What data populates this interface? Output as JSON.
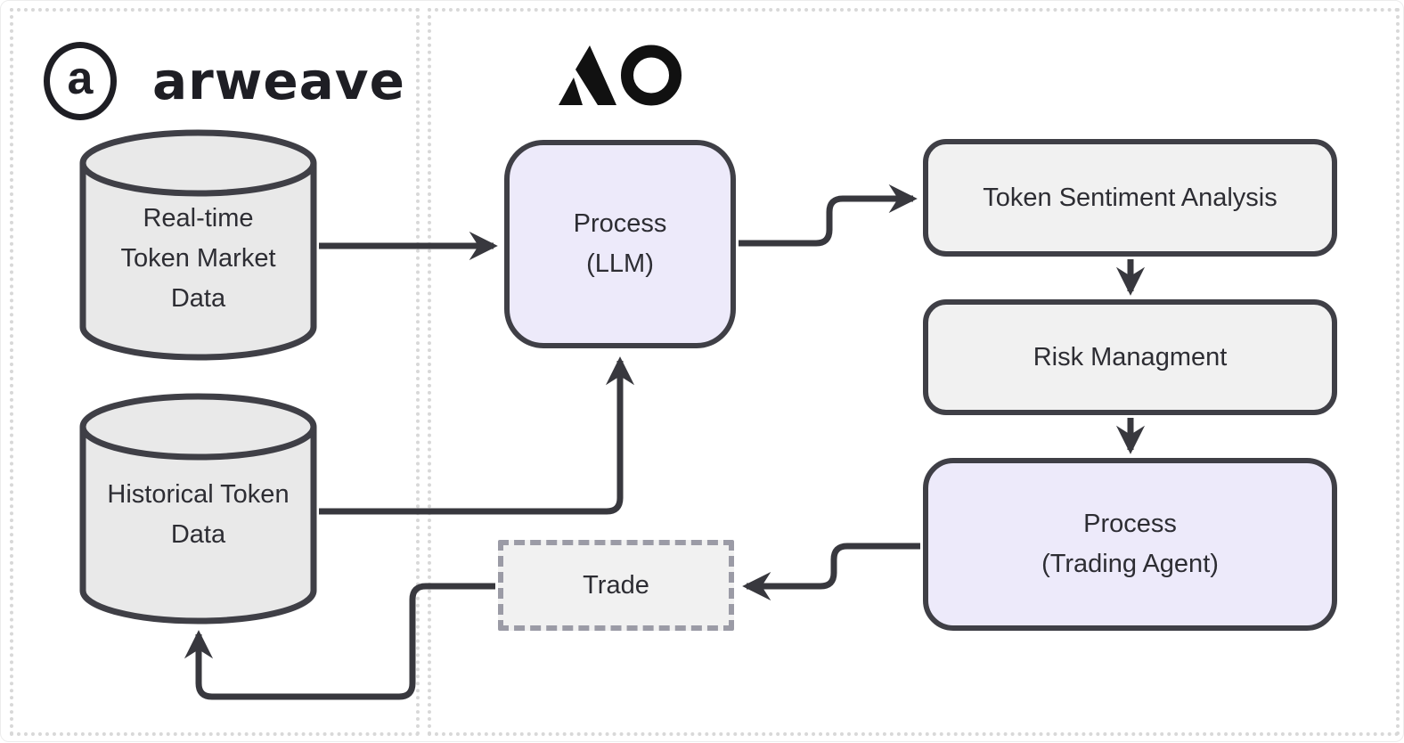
{
  "diagram": {
    "title_semantics": "arweave + AO token trading agent data flow",
    "arweave": {
      "logo_letter": "a",
      "wordmark": "arweave"
    },
    "ao": {
      "logo_name": "ao-logo"
    },
    "nodes": {
      "realtime_cylinder": {
        "line1": "Real-time",
        "line2": "Token Market",
        "line3": "Data"
      },
      "historical_cylinder": {
        "line1": "Historical Token",
        "line2": "Data"
      },
      "process_llm": {
        "line1": "Process",
        "line2": "(LLM)"
      },
      "token_sentiment": {
        "label": "Token Sentiment Analysis"
      },
      "risk_management": {
        "label": "Risk Managment"
      },
      "process_trading_agent": {
        "line1": "Process",
        "line2": "(Trading Agent)"
      },
      "trade": {
        "label": "Trade"
      }
    },
    "edges": [
      "realtime_cylinder -> process_llm",
      "historical_cylinder -> process_llm",
      "process_llm -> token_sentiment",
      "token_sentiment -> risk_management",
      "risk_management -> process_trading_agent",
      "process_trading_agent -> trade",
      "trade -> historical_cylinder"
    ],
    "colors": {
      "process_fill": "#edeafa",
      "box_fill": "#f1f1f1",
      "cylinder_fill": "#e9e9e9",
      "node_border": "#3f3f46",
      "arrow": "#38383e",
      "trade_dashed_border": "#9b9ba6",
      "panel_dots": "#d8d8d8",
      "logo_black": "#1e1e24",
      "text": "#2d2d33"
    }
  }
}
